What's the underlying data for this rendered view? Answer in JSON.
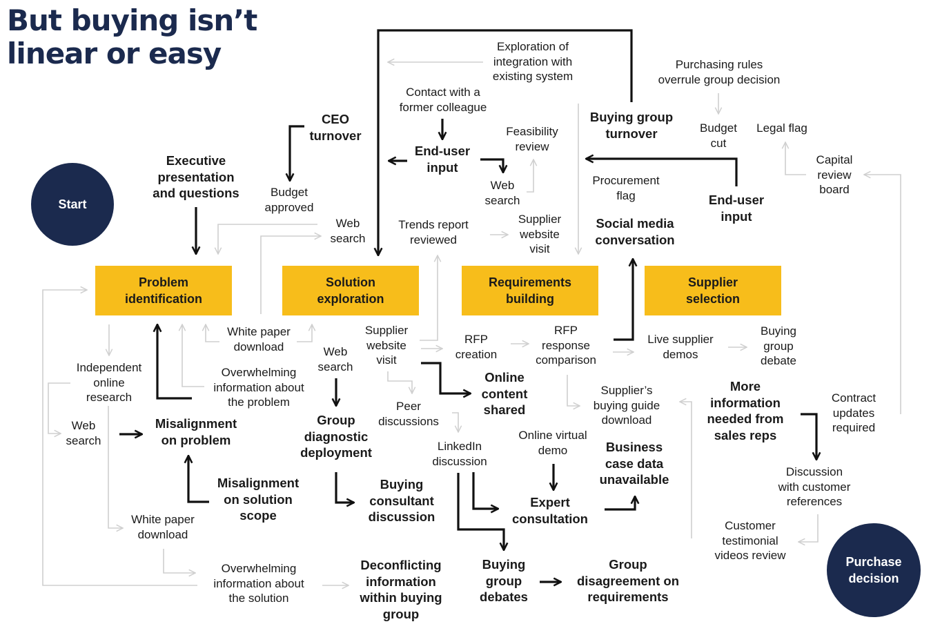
{
  "title": [
    "But buying isn’t",
    "linear or easy"
  ],
  "terminals": {
    "start": [
      "Start"
    ],
    "end": [
      "Purchase",
      "decision"
    ]
  },
  "stages": {
    "problem": [
      "Problem",
      "identification"
    ],
    "solution": [
      "Solution",
      "exploration"
    ],
    "requirements": [
      "Requirements",
      "building"
    ],
    "supplier": [
      "Supplier",
      "selection"
    ]
  },
  "nodes": {
    "exploration_integration": [
      "Exploration of",
      "integration with",
      "existing system"
    ],
    "purchasing_rules": [
      "Purchasing rules",
      "overrule group decision"
    ],
    "contact_colleague": [
      "Contact with a",
      "former colleague"
    ],
    "ceo_turnover": [
      "CEO",
      "turnover"
    ],
    "buying_group_turnover": [
      "Buying group",
      "turnover"
    ],
    "budget_cut": [
      "Budget",
      "cut"
    ],
    "legal_flag": [
      "Legal flag"
    ],
    "executive_presentation": [
      "Executive",
      "presentation",
      "and questions"
    ],
    "end_user_input_1": [
      "End-user",
      "input"
    ],
    "feasibility_review": [
      "Feasibility",
      "review"
    ],
    "capital_review": [
      "Capital",
      "review",
      "board"
    ],
    "budget_approved": [
      "Budget",
      "approved"
    ],
    "web_search_top": [
      "Web",
      "search"
    ],
    "procurement_flag": [
      "Procurement",
      "flag"
    ],
    "end_user_input_2": [
      "End-user",
      "input"
    ],
    "web_search_2": [
      "Web",
      "search"
    ],
    "trends_report": [
      "Trends report",
      "reviewed"
    ],
    "supplier_website_top": [
      "Supplier",
      "website",
      "visit"
    ],
    "social_media": [
      "Social media",
      "conversation"
    ],
    "white_paper_top": [
      "White paper",
      "download"
    ],
    "supplier_website_mid": [
      "Supplier",
      "website",
      "visit"
    ],
    "rfp_creation": [
      "RFP",
      "creation"
    ],
    "rfp_response": [
      "RFP",
      "response",
      "comparison"
    ],
    "live_demos": [
      "Live supplier",
      "demos"
    ],
    "buying_group_debate": [
      "Buying",
      "group",
      "debate"
    ],
    "independent_research": [
      "Independent",
      "online",
      "research"
    ],
    "web_search_3": [
      "Web",
      "search"
    ],
    "overwhelming_problem": [
      "Overwhelming",
      "information about",
      "the problem"
    ],
    "online_content": [
      "Online",
      "content",
      "shared"
    ],
    "suppliers_guide": [
      "Supplier’s",
      "buying guide",
      "download"
    ],
    "more_information": [
      "More",
      "information",
      "needed from",
      "sales reps"
    ],
    "contract_updates": [
      "Contract",
      "updates",
      "required"
    ],
    "web_search_left": [
      "Web",
      "search"
    ],
    "misalignment_problem": [
      "Misalignment",
      "on problem"
    ],
    "group_diagnostic": [
      "Group",
      "diagnostic",
      "deployment"
    ],
    "peer_discussions": [
      "Peer",
      "discussions"
    ],
    "linkedin": [
      "LinkedIn",
      "discussion"
    ],
    "online_virtual_demo": [
      "Online virtual",
      "demo"
    ],
    "business_case": [
      "Business",
      "case data",
      "unavailable"
    ],
    "discussion_references": [
      "Discussion",
      "with customer",
      "references"
    ],
    "misalignment_solution": [
      "Misalignment",
      "on solution",
      "scope"
    ],
    "buying_consultant": [
      "Buying",
      "consultant",
      "discussion"
    ],
    "expert_consultation": [
      "Expert",
      "consultation"
    ],
    "white_paper_bottom": [
      "White paper",
      "download"
    ],
    "customer_testimonial": [
      "Customer",
      "testimonial",
      "videos review"
    ],
    "overwhelming_solution": [
      "Overwhelming",
      "information about",
      "the solution"
    ],
    "deconflicting": [
      "Deconflicting",
      "information",
      "within buying",
      "group"
    ],
    "buying_group_debates": [
      "Buying",
      "group",
      "debates"
    ],
    "group_disagreement": [
      "Group",
      "disagreement on",
      "requirements"
    ]
  },
  "colors": {
    "stage": "#f7bd1b",
    "navy": "#1b2a4e",
    "strong_arrow": "#111111",
    "light_arrow": "#cfcfcf"
  }
}
